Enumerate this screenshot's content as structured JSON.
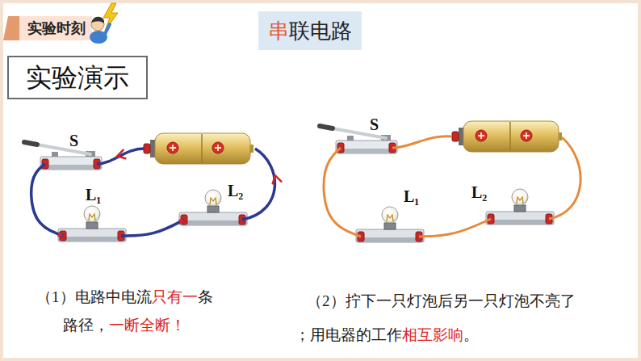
{
  "diagram": {
    "title": "串联电路",
    "nodes": [
      {
        "text": [
          "S"
        ]
      },
      {
        "text": [
          "L₁"
        ]
      },
      {
        "text": [
          "L₂"
        ]
      },
      {
        "text": [
          "S"
        ]
      },
      {
        "text": [
          "L₁"
        ]
      },
      {
        "text": [
          "L₂"
        ]
      }
    ],
    "edges": [
      {
        "from": 0,
        "to": 1,
        "arrow": "to"
      },
      {
        "from": 1,
        "to": 2,
        "arrow": "to"
      },
      {
        "from": 3,
        "to": 4,
        "arrow": "none"
      },
      {
        "from": 4,
        "to": 5,
        "arrow": "none"
      }
    ],
    "labels": [
      "实验时刻",
      "实验演示",
      "（1）电路中电流",
      "只有一",
      "条",
      "路径，",
      "一断全断！",
      "（2）拧下一只灯泡后另一只灯泡不亮了",
      "；用电器的工作",
      "相互影响",
      "。"
    ]
  }
}
